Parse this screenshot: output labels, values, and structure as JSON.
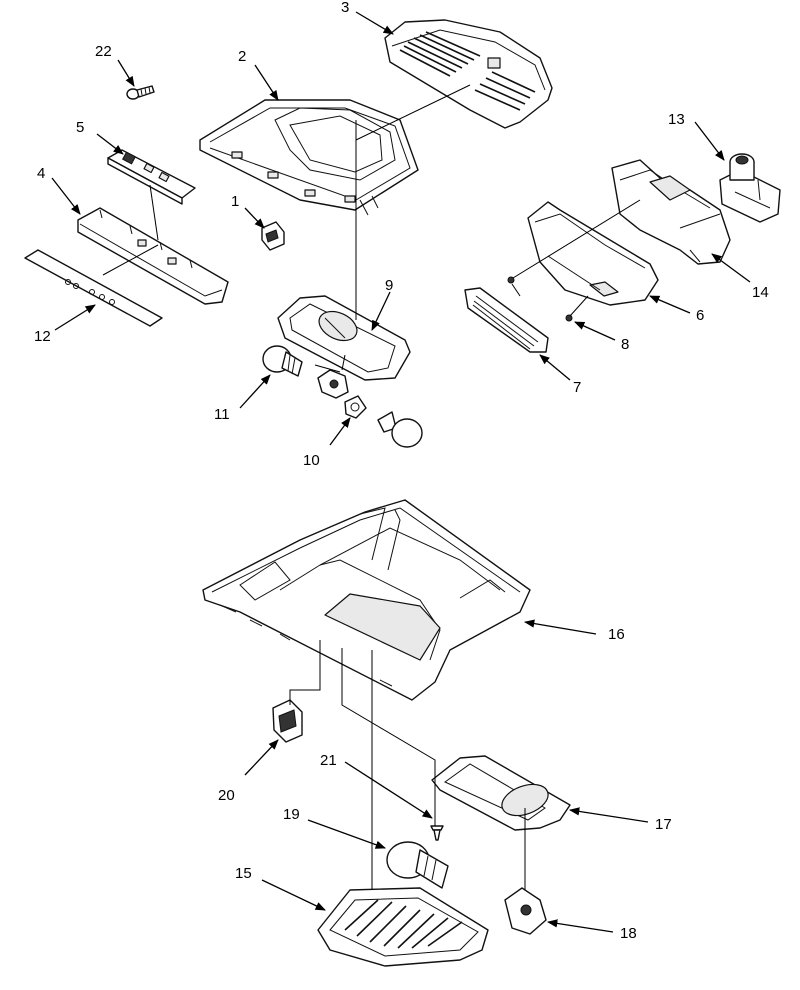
{
  "callouts": [
    {
      "id": "p1",
      "text": "1"
    },
    {
      "id": "p2",
      "text": "2"
    },
    {
      "id": "p3",
      "text": "3"
    },
    {
      "id": "p4",
      "text": "4"
    },
    {
      "id": "p5",
      "text": "5"
    },
    {
      "id": "p6",
      "text": "6"
    },
    {
      "id": "p7",
      "text": "7"
    },
    {
      "id": "p8",
      "text": "8"
    },
    {
      "id": "p9",
      "text": "9"
    },
    {
      "id": "p10",
      "text": "10"
    },
    {
      "id": "p11",
      "text": "11"
    },
    {
      "id": "p12",
      "text": "12"
    },
    {
      "id": "p13",
      "text": "13"
    },
    {
      "id": "p14",
      "text": "14"
    },
    {
      "id": "p15",
      "text": "15"
    },
    {
      "id": "p16",
      "text": "16"
    },
    {
      "id": "p17",
      "text": "17"
    },
    {
      "id": "p18",
      "text": "18"
    },
    {
      "id": "p19",
      "text": "19"
    },
    {
      "id": "p20",
      "text": "20"
    },
    {
      "id": "p21",
      "text": "21"
    },
    {
      "id": "p22",
      "text": "22"
    }
  ]
}
